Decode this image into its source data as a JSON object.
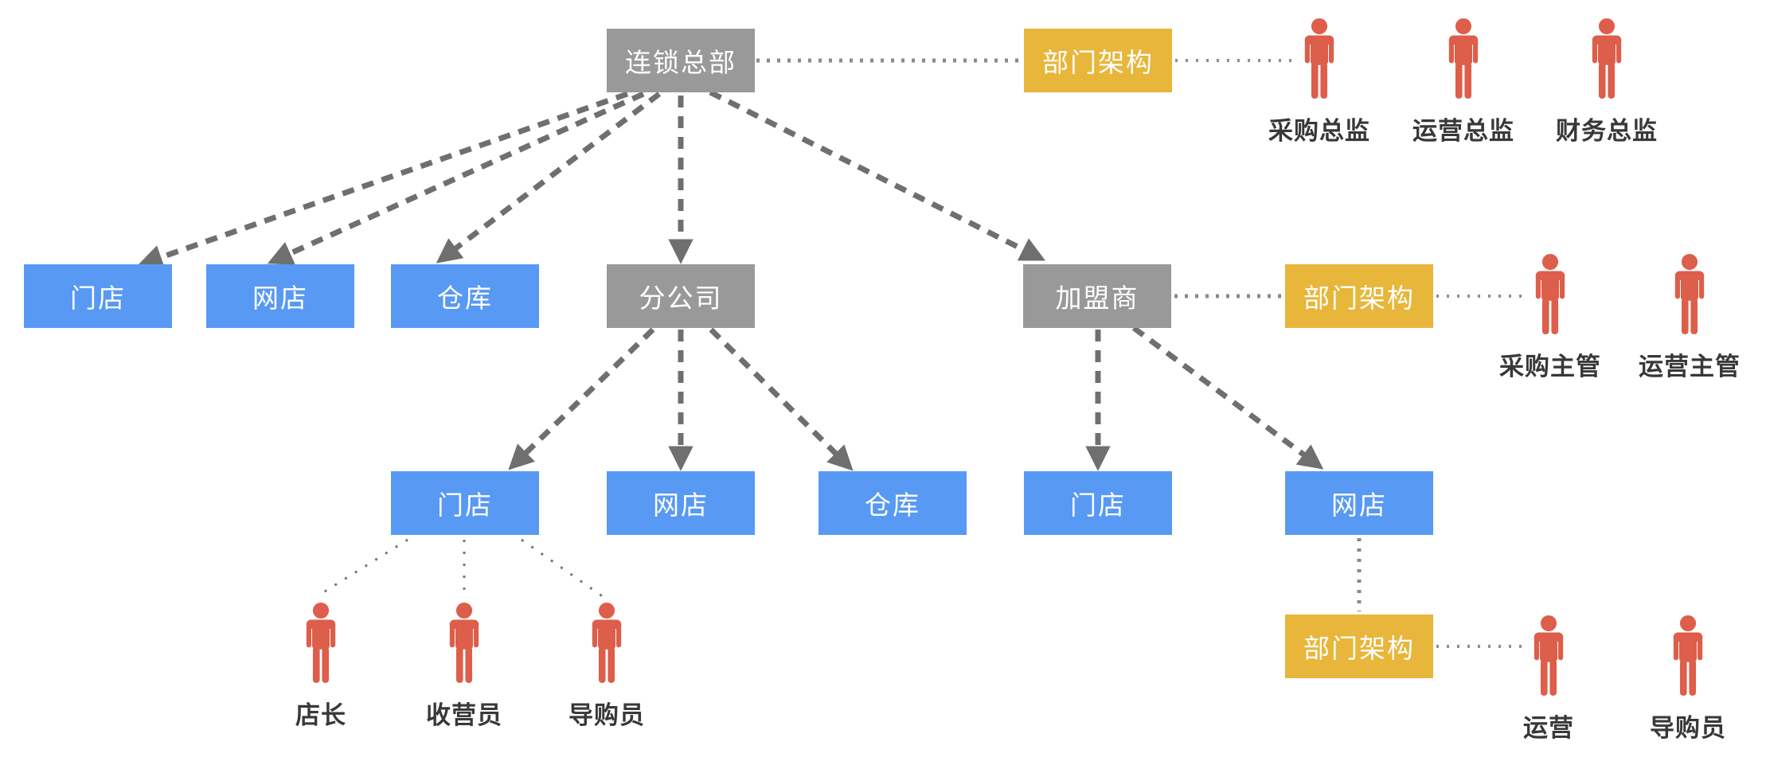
{
  "diagram": {
    "description": "chain-store organization diagram",
    "colors": {
      "node_gray": "#999999",
      "node_blue": "#5899f4",
      "node_yellow": "#e8b63a",
      "person_red": "#dd5e4a",
      "dashed_connector": "#6f6f6f",
      "dotted_connector": "#8a8a8a",
      "node_text": "#ffffff",
      "person_label_text": "#383838",
      "background": "#ffffff"
    },
    "nodes": {
      "hq": {
        "label": "连锁总部",
        "type": "gray"
      },
      "dept1": {
        "label": "部门架构",
        "type": "yellow"
      },
      "store_l2": {
        "label": "门店",
        "type": "blue"
      },
      "web_l2": {
        "label": "网店",
        "type": "blue"
      },
      "wh_l2": {
        "label": "仓库",
        "type": "blue"
      },
      "branch": {
        "label": "分公司",
        "type": "gray"
      },
      "franchisee": {
        "label": "加盟商",
        "type": "gray"
      },
      "dept2": {
        "label": "部门架构",
        "type": "yellow"
      },
      "store_b": {
        "label": "门店",
        "type": "blue"
      },
      "web_b": {
        "label": "网店",
        "type": "blue"
      },
      "wh_b": {
        "label": "仓库",
        "type": "blue"
      },
      "store_f": {
        "label": "门店",
        "type": "blue"
      },
      "web_f": {
        "label": "网店",
        "type": "blue"
      },
      "dept3": {
        "label": "部门架构",
        "type": "yellow"
      }
    },
    "persons": {
      "p1": {
        "label": "采购总监"
      },
      "p2": {
        "label": "运营总监"
      },
      "p3": {
        "label": "财务总监"
      },
      "p4": {
        "label": "采购主管"
      },
      "p5": {
        "label": "运营主管"
      },
      "p6": {
        "label": "店长"
      },
      "p7": {
        "label": "收营员"
      },
      "p8": {
        "label": "导购员"
      },
      "p9": {
        "label": "运营"
      },
      "p10": {
        "label": "导购员"
      }
    }
  }
}
